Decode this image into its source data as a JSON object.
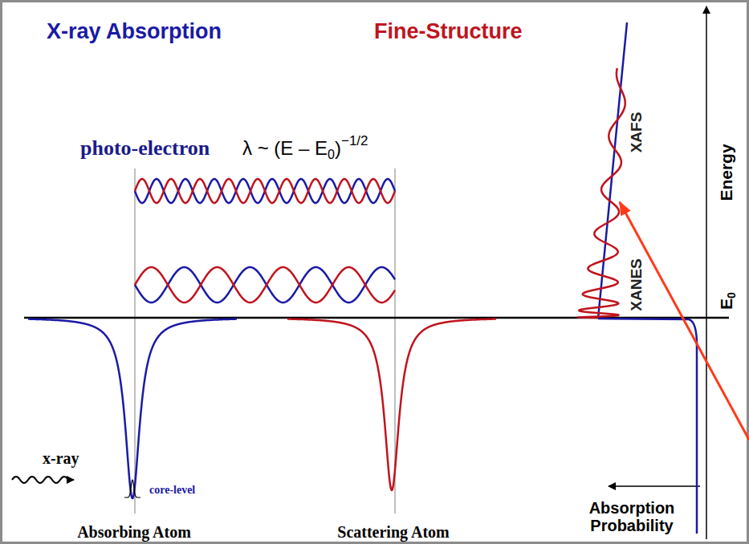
{
  "diagram": {
    "labels": [
      "X-ray Absorption",
      "Fine-Structure",
      "photo-electron",
      "λ ~ (E – E",
      "0",
      ")",
      "−1/2",
      "XAFS",
      "XANES",
      "Energy",
      "E",
      "0",
      "x-ray",
      "core-level",
      "Absorbing Atom",
      "Scattering Atom",
      "Absorption Probability"
    ]
  }
}
